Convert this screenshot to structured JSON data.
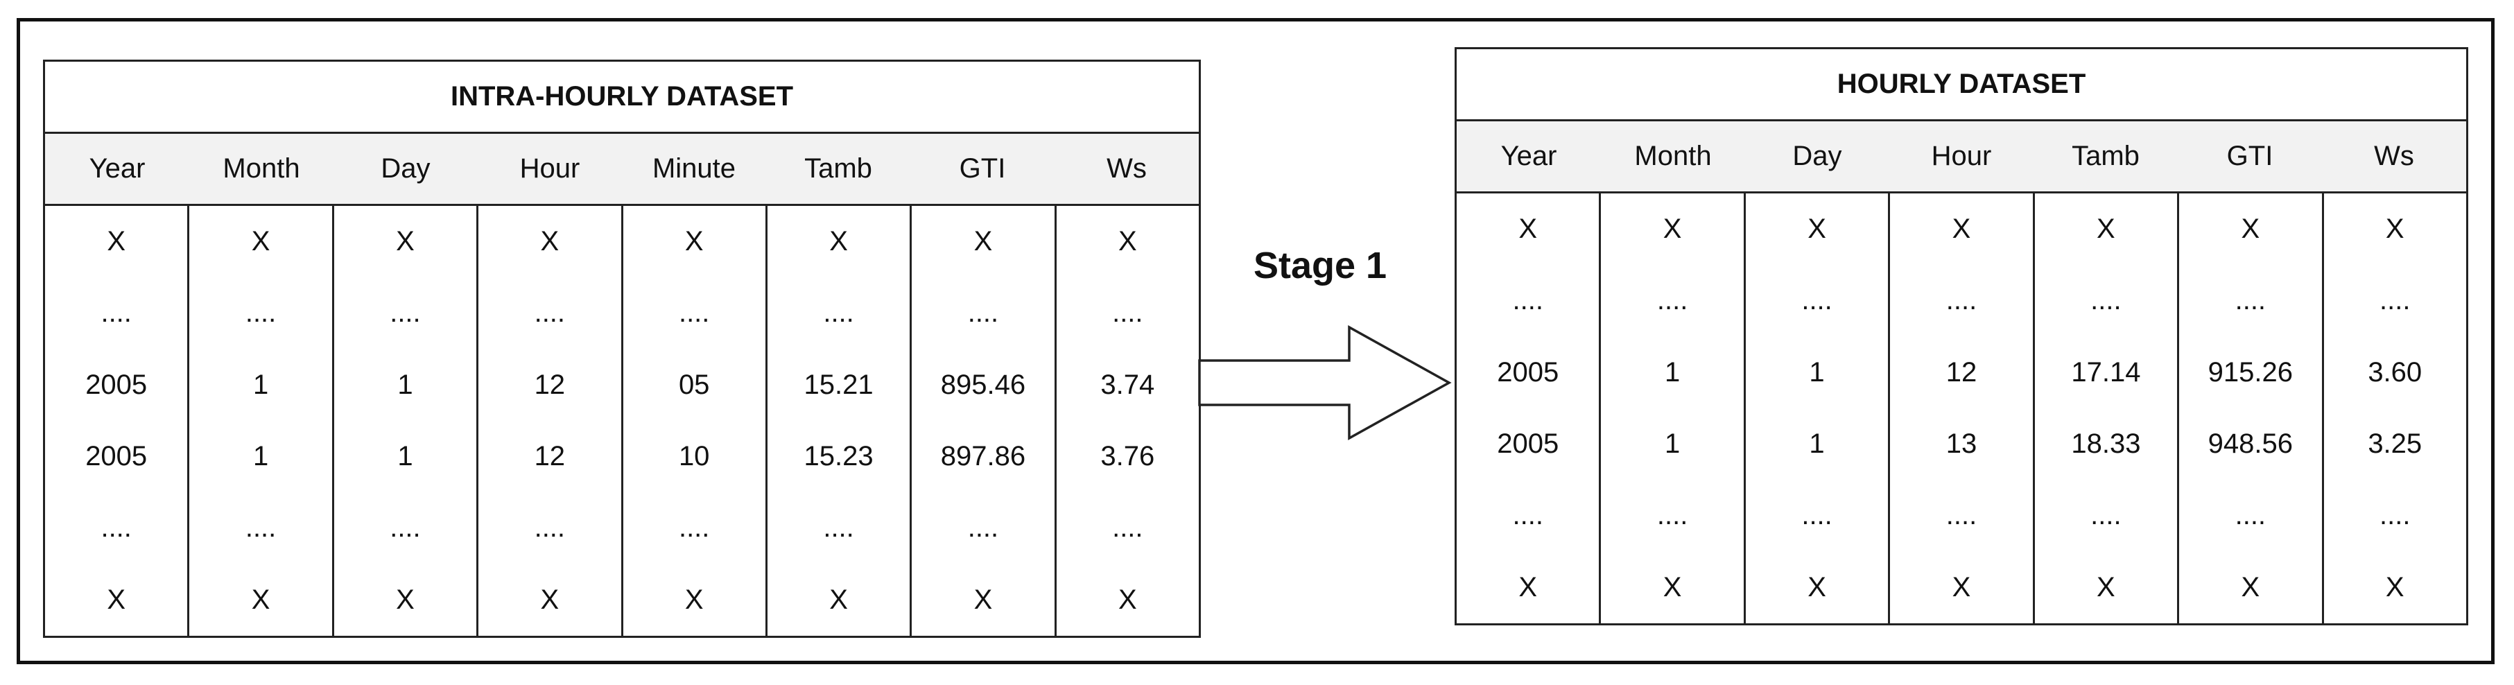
{
  "intra_table": {
    "title": "INTRA-HOURLY DATASET",
    "columns": [
      "Year",
      "Month",
      "Day",
      "Hour",
      "Minute",
      "Tamb",
      "GTI",
      "Ws"
    ],
    "rows": [
      [
        "X",
        "X",
        "X",
        "X",
        "X",
        "X",
        "X",
        "X"
      ],
      [
        "....",
        "....",
        "....",
        "....",
        "....",
        "....",
        "....",
        "...."
      ],
      [
        "2005",
        "1",
        "1",
        "12",
        "05",
        "15.21",
        "895.46",
        "3.74"
      ],
      [
        "2005",
        "1",
        "1",
        "12",
        "10",
        "15.23",
        "897.86",
        "3.76"
      ],
      [
        "....",
        "....",
        "....",
        "....",
        "....",
        "....",
        "....",
        "...."
      ],
      [
        "X",
        "X",
        "X",
        "X",
        "X",
        "X",
        "X",
        "X"
      ]
    ]
  },
  "hourly_table": {
    "title": "HOURLY DATASET",
    "columns": [
      "Year",
      "Month",
      "Day",
      "Hour",
      "Tamb",
      "GTI",
      "Ws"
    ],
    "rows": [
      [
        "X",
        "X",
        "X",
        "X",
        "X",
        "X",
        "X"
      ],
      [
        "....",
        "....",
        "....",
        "....",
        "....",
        "....",
        "...."
      ],
      [
        "2005",
        "1",
        "1",
        "12",
        "17.14",
        "915.26",
        "3.60"
      ],
      [
        "2005",
        "1",
        "1",
        "13",
        "18.33",
        "948.56",
        "3.25"
      ],
      [
        "....",
        "....",
        "....",
        "....",
        "....",
        "....",
        "...."
      ],
      [
        "X",
        "X",
        "X",
        "X",
        "X",
        "X",
        "X"
      ]
    ]
  },
  "stage_label": "Stage 1"
}
